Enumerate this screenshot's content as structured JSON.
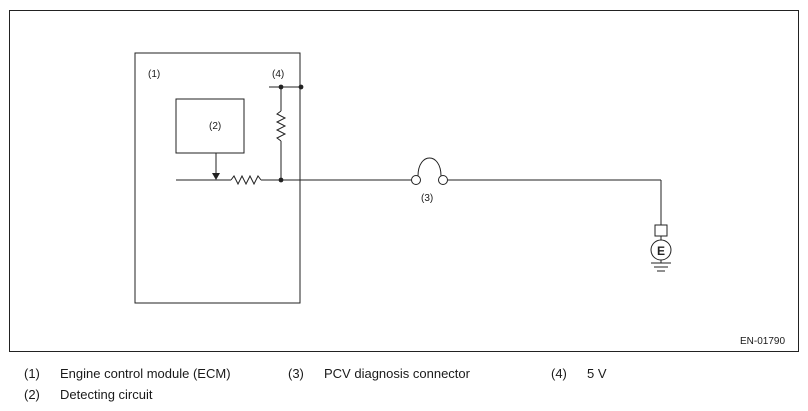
{
  "diagram": {
    "labels": {
      "ecm_box": "(1)",
      "detecting_box": "(2)",
      "connector": "(3)",
      "supply": "(4)",
      "ground": "E"
    },
    "code": "EN-01790"
  },
  "legend": {
    "items": [
      {
        "num": "(1)",
        "text": "Engine control module (ECM)"
      },
      {
        "num": "(2)",
        "text": "Detecting circuit"
      },
      {
        "num": "(3)",
        "text": "PCV diagnosis connector"
      },
      {
        "num": "(4)",
        "text": "5 V"
      }
    ]
  }
}
